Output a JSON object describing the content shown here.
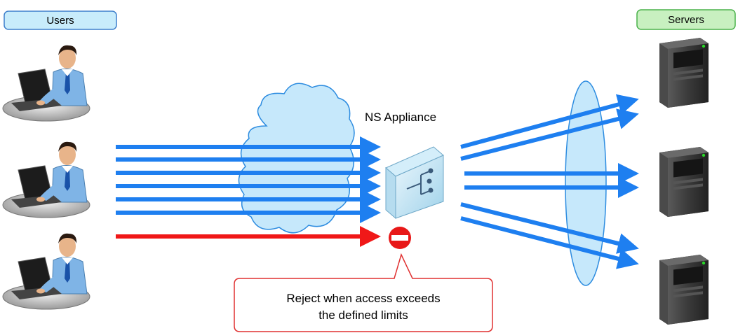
{
  "labels": {
    "users": "Users",
    "servers": "Servers",
    "appliance": "NS Appliance",
    "callout_line1": "Reject when access exceeds",
    "callout_line2": "the defined limits"
  },
  "colors": {
    "users_tag_fill": "#c8ecfb",
    "users_tag_stroke": "#3d7fcc",
    "servers_tag_fill": "#c8f0c0",
    "servers_tag_stroke": "#4ab24a",
    "blue_arrow": "#1e7ff0",
    "red_arrow": "#f01818",
    "cloud_fill": "#c6e8fb",
    "cloud_stroke": "#2d8ce0",
    "ellipse_fill": "#c6e8fb",
    "callout_stroke": "#e03030",
    "reject_icon": "#e81818"
  },
  "icons": [
    "user-at-laptop-icon",
    "server-tower-icon",
    "network-appliance-icon",
    "cloud-icon",
    "no-entry-icon"
  ]
}
